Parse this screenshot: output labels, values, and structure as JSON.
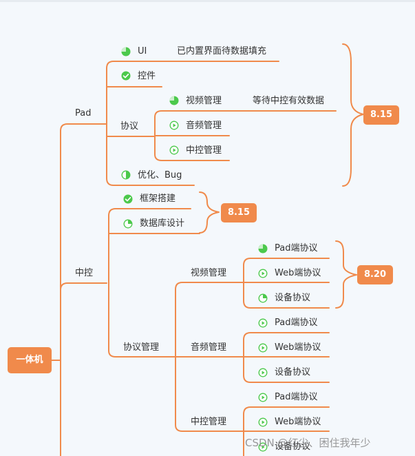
{
  "root": {
    "label": "一体机"
  },
  "pad": {
    "label": "Pad",
    "ui": {
      "label": "UI",
      "note": "已内置界面待数据填充"
    },
    "controls": {
      "label": "控件"
    },
    "protocol": {
      "label": "协议",
      "video": {
        "label": "视频管理",
        "note": "等待中控有效数据"
      },
      "audio": {
        "label": "音频管理"
      },
      "central": {
        "label": "中控管理"
      }
    },
    "optimize": {
      "label": "优化、Bug"
    },
    "deadline": "8.15"
  },
  "central": {
    "label": "中控",
    "framework": {
      "label": "框架搭建"
    },
    "database": {
      "label": "数据库设计"
    },
    "deadline_top": "8.15",
    "protocol_mgmt": {
      "label": "协议管理",
      "video": {
        "label": "视频管理",
        "items": [
          "Pad端协议",
          "Web端协议",
          "设备协议"
        ],
        "deadline": "8.20"
      },
      "audio": {
        "label": "音频管理",
        "items": [
          "Pad端协议",
          "Web端协议",
          "设备协议"
        ]
      },
      "central": {
        "label": "中控管理",
        "items": [
          "Pad端协议",
          "Web端协议",
          "设备协议"
        ]
      }
    }
  },
  "watermark": "CSDN @红尘、困住我年少",
  "colors": {
    "branch": "#f08a4b",
    "badge": "#f08a4b",
    "status_green": "#4cc94c",
    "background": "#f4f8fc"
  },
  "status_icons": {
    "pad_ui": "pie-progress-icon",
    "pad_controls": "check-done-icon",
    "pad_video": "pie-progress-icon",
    "pad_audio": "play-start-icon",
    "pad_central": "play-start-icon",
    "pad_optimize": "pie-progress-icon",
    "central_framework": "check-done-icon",
    "central_database": "pie-progress-icon"
  }
}
